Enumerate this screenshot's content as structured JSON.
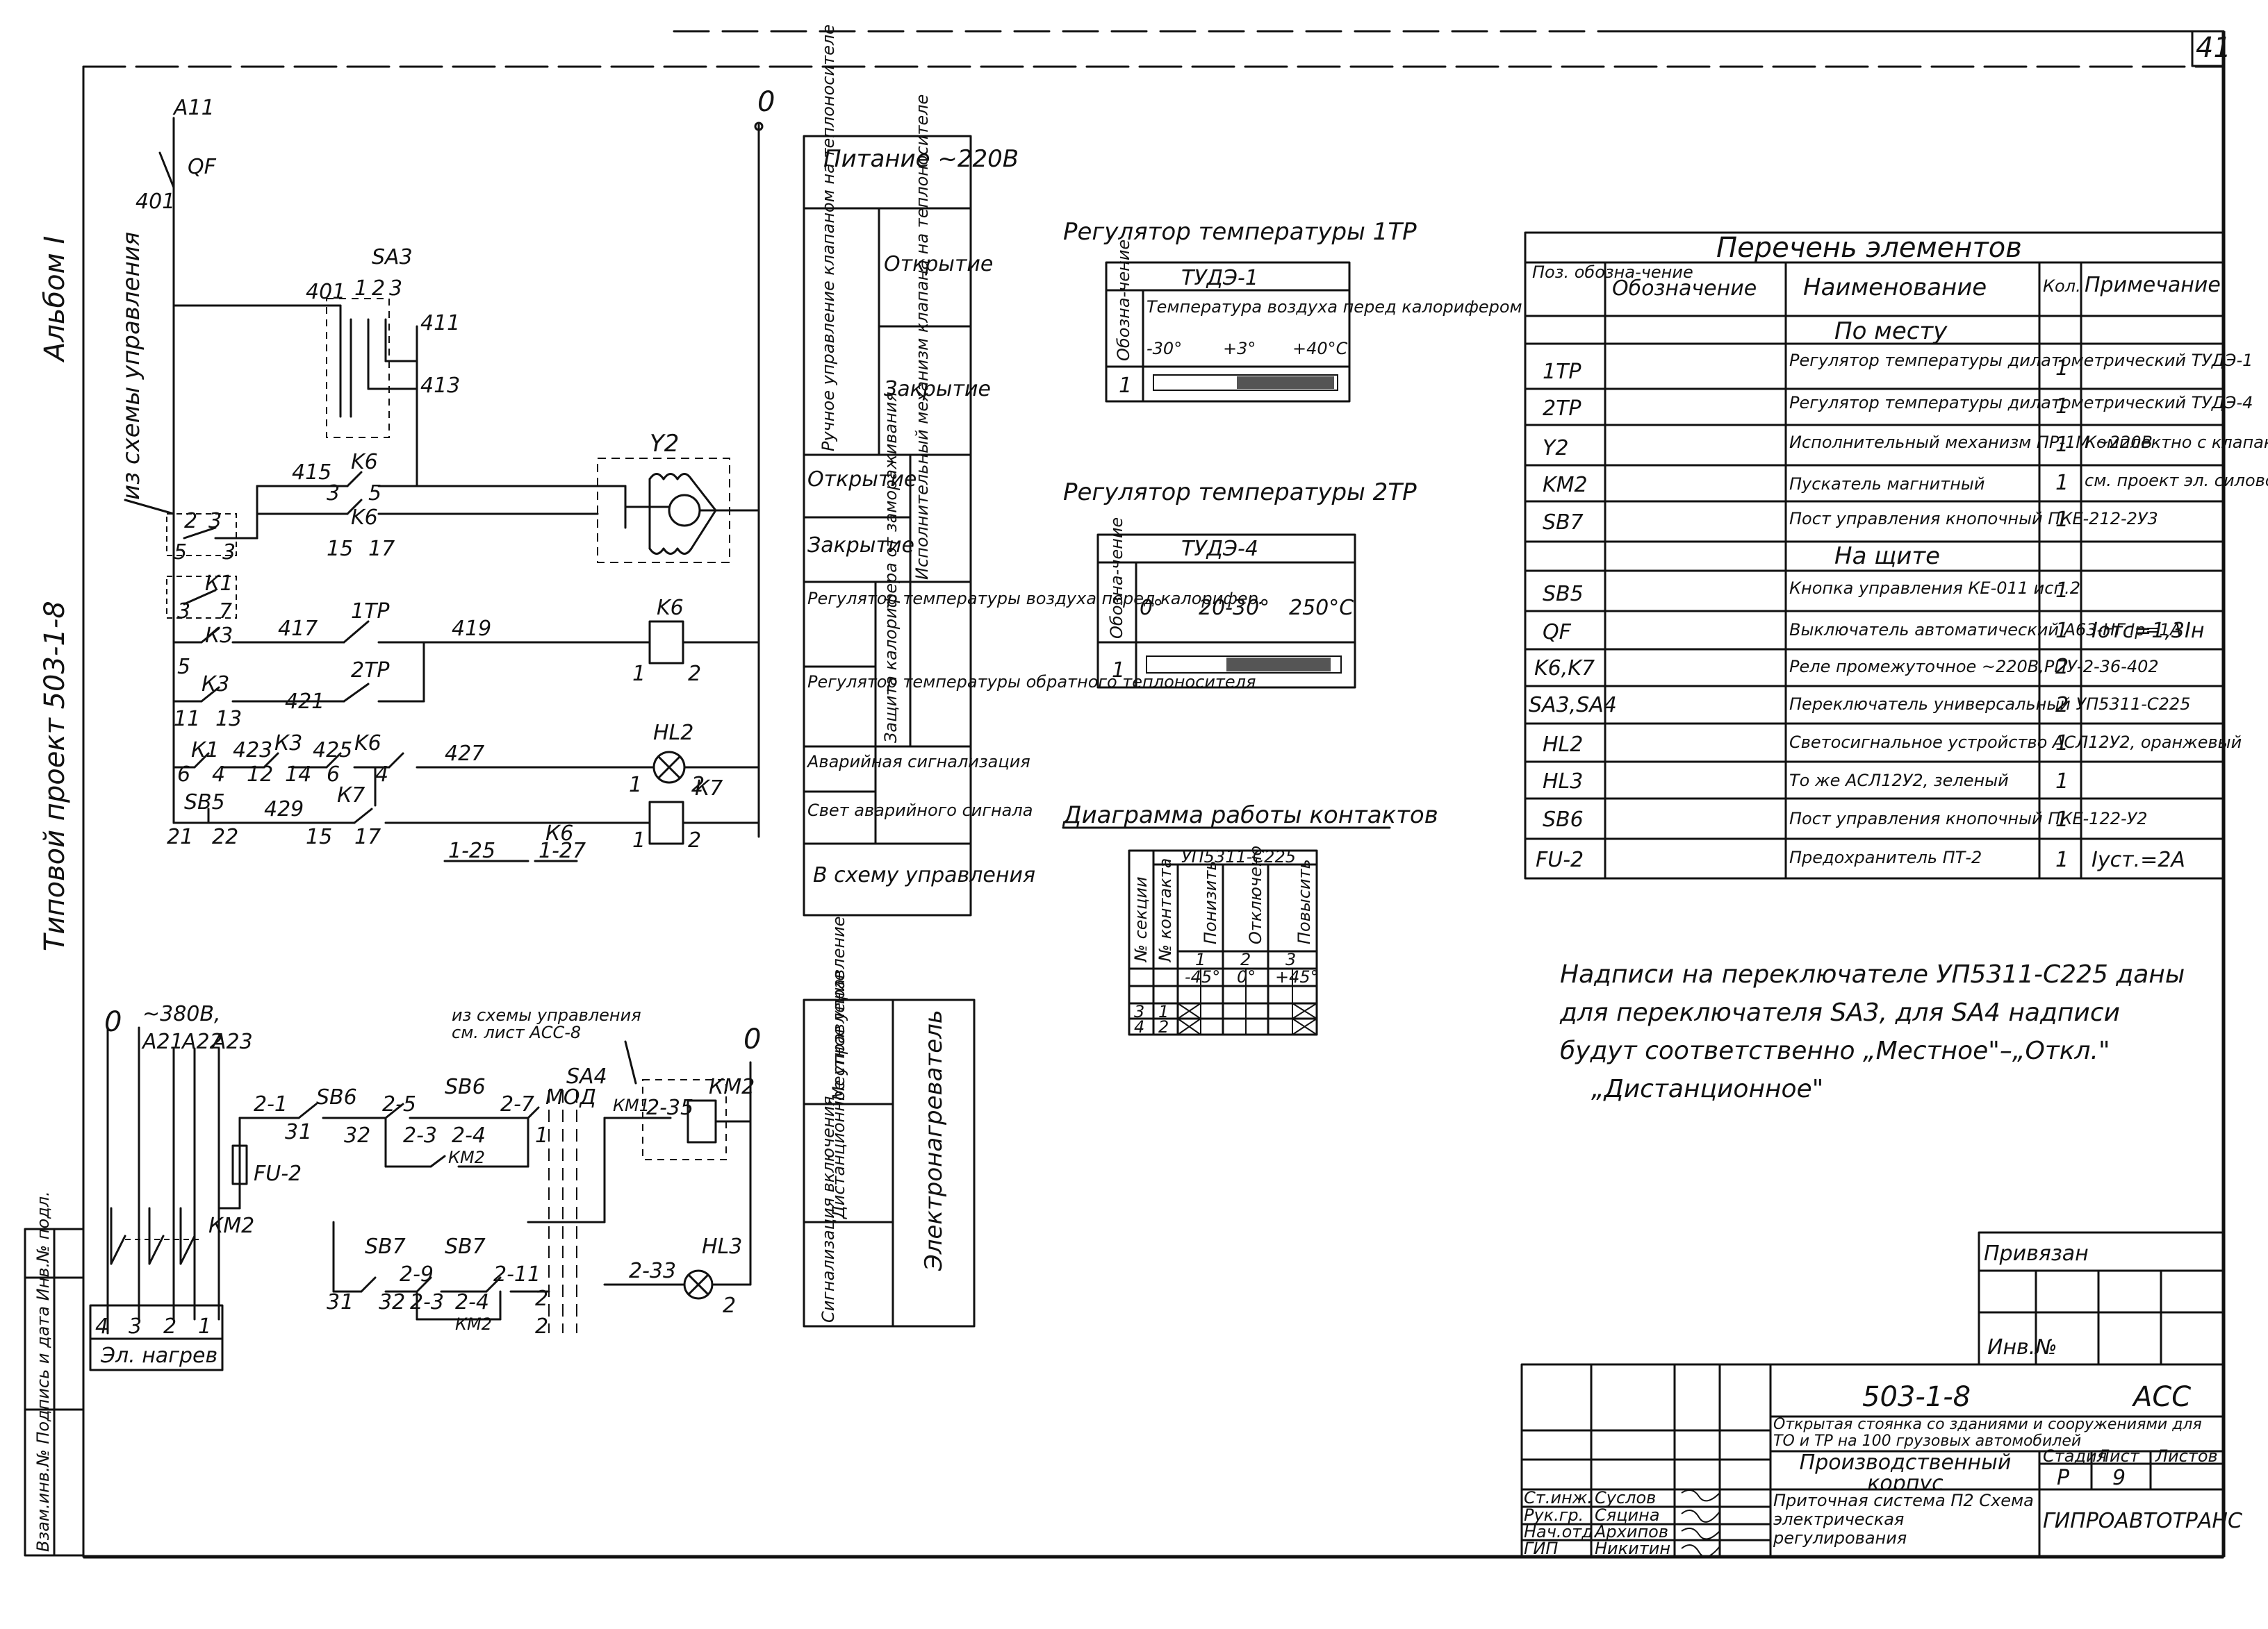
{
  "sheet": {
    "number": "41",
    "side_album": "Альбом I",
    "side_project": "Типовой проект 503-1-8",
    "side_stamp": "Взам.инв.№   Подпись и дата   Инв.№ подл."
  },
  "circuit_top": {
    "labels": [
      "A11",
      "QF",
      "401",
      "SA3",
      "401",
      "1",
      "2",
      "3",
      "411",
      "413",
      "Y2",
      "415",
      "K6",
      "K6",
      "15",
      "17",
      "3",
      "5",
      "2",
      "3",
      "5",
      "3",
      "К1",
      "3",
      "7",
      "К3",
      "417",
      "1TP",
      "419",
      "K6",
      "1",
      "2",
      "К3",
      "5",
      "11",
      "13",
      "421",
      "2TP",
      "К1",
      "423",
      "К3",
      "425",
      "K6",
      "427",
      "6",
      "4",
      "12",
      "14",
      "6",
      "4",
      "HL2",
      "1",
      "2",
      "SB5",
      "429",
      "К7",
      "21",
      "22",
      "15",
      "17",
      "К7",
      "1",
      "2",
      "1-25",
      "К6",
      "1-27",
      "0",
      "из схемы управления"
    ]
  },
  "purpose_table_top": {
    "header": "Питание ~220В",
    "group1": "Ручное управление клапаном на теплоносителе",
    "open": "Открытие",
    "close": "Закрытие",
    "open2": "Открытие",
    "close2": "Закрытие",
    "mechanism": "Исполнительный механизм клапана на теплоносителе",
    "reg1": "Регулятор температуры воздуха перед калорифер.",
    "reg2": "Регулятор температуры обратного теплоносителя",
    "protect": "Защита калорифера от замораживания",
    "alarm": "Аварийная сигнализация",
    "alarm_light": "Свет аварийного сигнала",
    "to_scheme": "В схему управления"
  },
  "regulator1": {
    "title": "Регулятор температуры 1ТР",
    "device": "ТУДЭ-1",
    "description": "Температура воздуха перед калорифером",
    "scale": [
      "-30°",
      "+3°",
      "+40°С"
    ],
    "col": "Обозна-чение",
    "row": "1"
  },
  "regulator2": {
    "title": "Регулятор температуры 2ТР",
    "device": "ТУДЭ-4",
    "scale": [
      "0°",
      "20-30°",
      "250°С"
    ],
    "col": "Обозна-чение",
    "row": "1"
  },
  "contact_diagram": {
    "title": "Диаграмма работы контактов",
    "switch": "УП5311-С225",
    "headers": [
      "№ секции",
      "№ контакта",
      "Понизить",
      "Отключено",
      "Повысить"
    ],
    "positions": [
      "1",
      "2",
      "3"
    ],
    "angles": [
      "-45°",
      "0°",
      "+45°"
    ],
    "contacts": [
      "1",
      "2",
      "3",
      "4"
    ]
  },
  "element_list": {
    "title": "Перечень элементов",
    "columns": [
      "Поз. обозна-чение",
      "Обозначение",
      "Наименование",
      "Кол.",
      "Примечание"
    ],
    "section1": "По месту",
    "section2": "На щите",
    "rows": [
      {
        "pos": "1TP",
        "name": "Регулятор температуры дилатометрический ТУДЭ-1",
        "qty": "1",
        "note": ""
      },
      {
        "pos": "2TP",
        "name": "Регулятор температуры дилатометрический ТУДЭ-4",
        "qty": "1",
        "note": ""
      },
      {
        "pos": "Y2",
        "name": "Исполнительный механизм ПР-1М ~220В",
        "qty": "1",
        "note": "Комплектно с клапаном"
      },
      {
        "pos": "KM2",
        "name": "Пускатель магнитный",
        "qty": "1",
        "note": "см. проект эл. силового обор."
      },
      {
        "pos": "SB7",
        "name": "Пост управления кнопочный ПКЕ-212-2У3",
        "qty": "1",
        "note": ""
      },
      {
        "pos": "SB5",
        "name": "Кнопка управления КЕ-011 исп.2",
        "qty": "1",
        "note": ""
      },
      {
        "pos": "QF",
        "name": "Выключатель автоматический А63-НГ Iр=1А",
        "qty": "1",
        "note": "Iотс=1,3Iн"
      },
      {
        "pos": "K6,K7",
        "name": "Реле промежуточное ~220В,РПУ-2-36-402",
        "qty": "2",
        "note": ""
      },
      {
        "pos": "SA3,SA4",
        "name": "Переключатель универсальный УП5311-С225",
        "qty": "2",
        "note": ""
      },
      {
        "pos": "HL2",
        "name": "Светосигнальное устройство АСЛ12У2, оранжевый",
        "qty": "1",
        "note": ""
      },
      {
        "pos": "HL3",
        "name": "То же АСЛ12У2, зеленый",
        "qty": "1",
        "note": ""
      },
      {
        "pos": "SB6",
        "name": "Пост управления кнопочный ПКЕ-122-У2",
        "qty": "1",
        "note": ""
      },
      {
        "pos": "FU-2",
        "name": "Предохранитель ПТ-2",
        "qty": "1",
        "note": "Iуст.=2А"
      }
    ]
  },
  "note": {
    "lines": [
      "Надписи на переключателе УП5311-С225 даны",
      "для переключателя SA3, для SA4 надписи",
      "будут соответственно „Местное\"–„Откл.\"",
      "„Дистанционное\""
    ]
  },
  "circuit_bottom": {
    "labels": [
      "0",
      "~380В,",
      "А21",
      "А22",
      "А23",
      "FU-2",
      "2-1",
      "SB6",
      "3",
      "1",
      "2-5",
      "SB6",
      "32",
      "2-3",
      "2-4",
      "КМ2",
      "2-7",
      "1",
      "2",
      "SA4",
      "МОД",
      "КМ1",
      "2-35",
      "КМ2",
      "0",
      "из схемы управления",
      "см. лист АСС-8",
      "SB7",
      "2-9",
      "SB7",
      "2-11",
      "3",
      "1",
      "32",
      "2-3",
      "2-4",
      "КМ2",
      "2",
      "2-33",
      "HL3",
      "2",
      "4",
      "3",
      "2",
      "1",
      "Эл. нагрев",
      "КМ2"
    ]
  },
  "purpose_table_bottom": {
    "local": "Местное управление",
    "remote": "Дистанционное управление",
    "signal": "Сигнализация включения",
    "heater": "Электронагреватель"
  },
  "binding": {
    "label1": "Привязан",
    "label2": "Инв.№"
  },
  "title_block": {
    "code": "503-1-8",
    "mark": "АСС",
    "object": "Открытая стоянка со зданиями и сооружениями для ТО и ТР на 100 грузовых автомобилей",
    "building": "Производственный корпус",
    "stage_label": "Стадия",
    "sheet_label": "Лист",
    "sheets_label": "Листов",
    "stage": "Р",
    "sheet": "9",
    "drawing": "Приточная система П2 Схема электрическая регулирования",
    "org": "ГИПРОАВТОТРАНС",
    "staff": [
      {
        "role": "Ст.инж.",
        "name": "Суслов"
      },
      {
        "role": "Рук.гр.",
        "name": "Сяцина"
      },
      {
        "role": "Нач.отд.",
        "name": "Архипов"
      },
      {
        "role": "ГИП",
        "name": "Никитин"
      }
    ]
  }
}
